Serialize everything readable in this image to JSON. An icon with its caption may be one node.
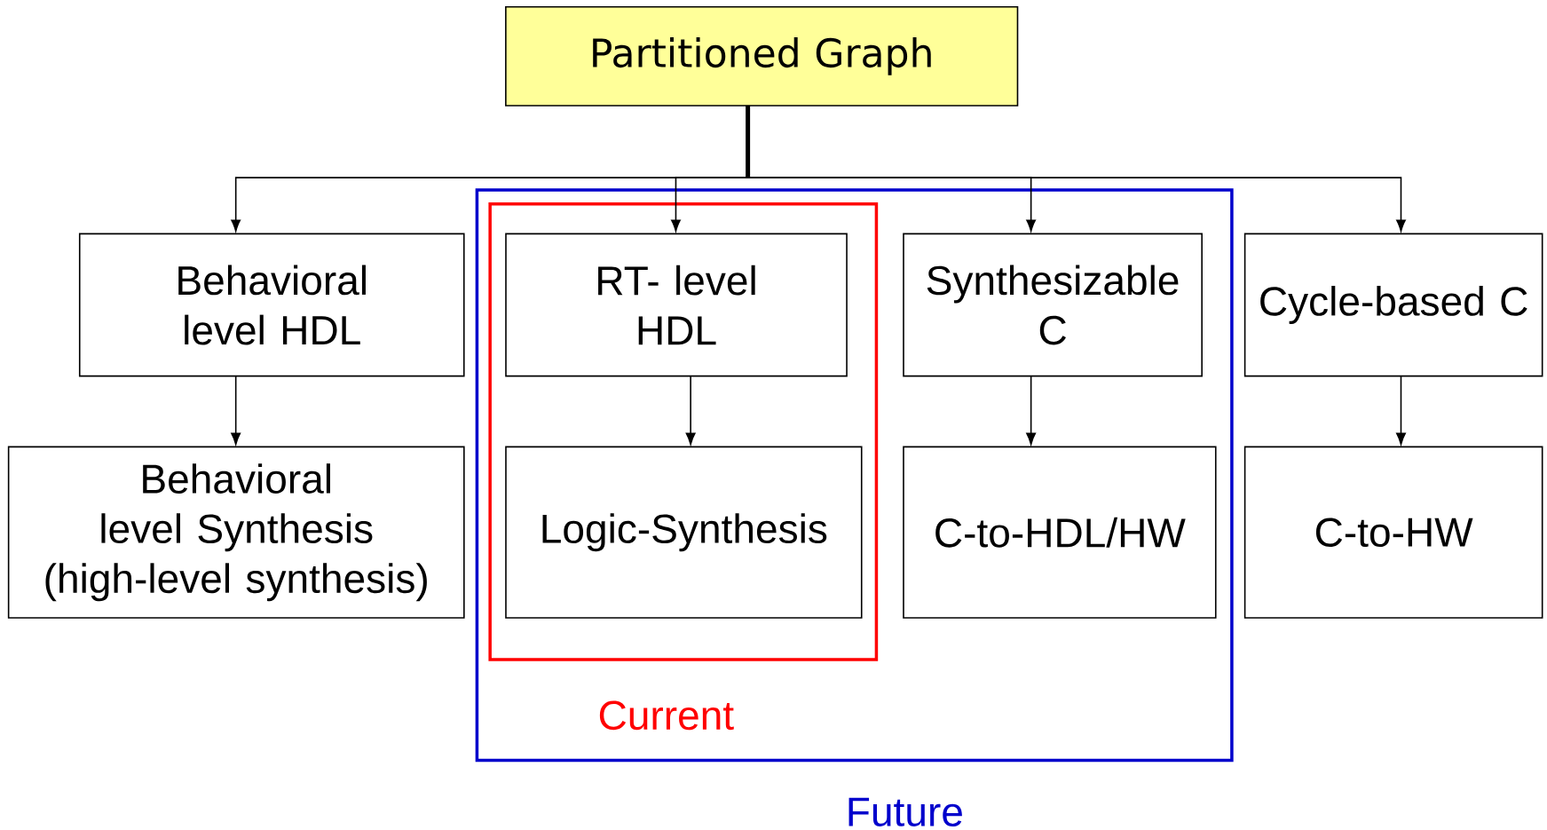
{
  "diagram": {
    "nodes": [
      {
        "text": [
          "Partitioned Graph"
        ]
      },
      {
        "text": [
          "Behavioral level HDL"
        ]
      },
      {
        "text": [
          "Future"
        ]
      },
      {
        "text": [
          "Current"
        ],
        "in": 2
      },
      {
        "text": [
          "RT- level HDL"
        ],
        "in": 3
      },
      {
        "text": [
          "Synthesizable C"
        ],
        "in": 2
      },
      {
        "text": [
          "Cycle-based C"
        ]
      },
      {
        "text": [
          "Behavioral level Synthesis (high-level synthesis)"
        ]
      },
      {
        "text": [
          "Logic-Synthesis"
        ],
        "in": 3
      },
      {
        "text": [
          "C-to-HDL/HW"
        ],
        "in": 2
      },
      {
        "text": [
          "C-to-HW"
        ]
      }
    ],
    "edges": [
      {
        "from": 0,
        "to": 1,
        "arrow": "to"
      },
      {
        "from": 0,
        "to": 4,
        "arrow": "to"
      },
      {
        "from": 0,
        "to": 5,
        "arrow": "to"
      },
      {
        "from": 0,
        "to": 6,
        "arrow": "to"
      },
      {
        "from": 1,
        "to": 7,
        "arrow": "to"
      },
      {
        "from": 4,
        "to": 8,
        "arrow": "to"
      },
      {
        "from": 5,
        "to": 9,
        "arrow": "to"
      },
      {
        "from": 6,
        "to": 10,
        "arrow": "to"
      }
    ]
  }
}
